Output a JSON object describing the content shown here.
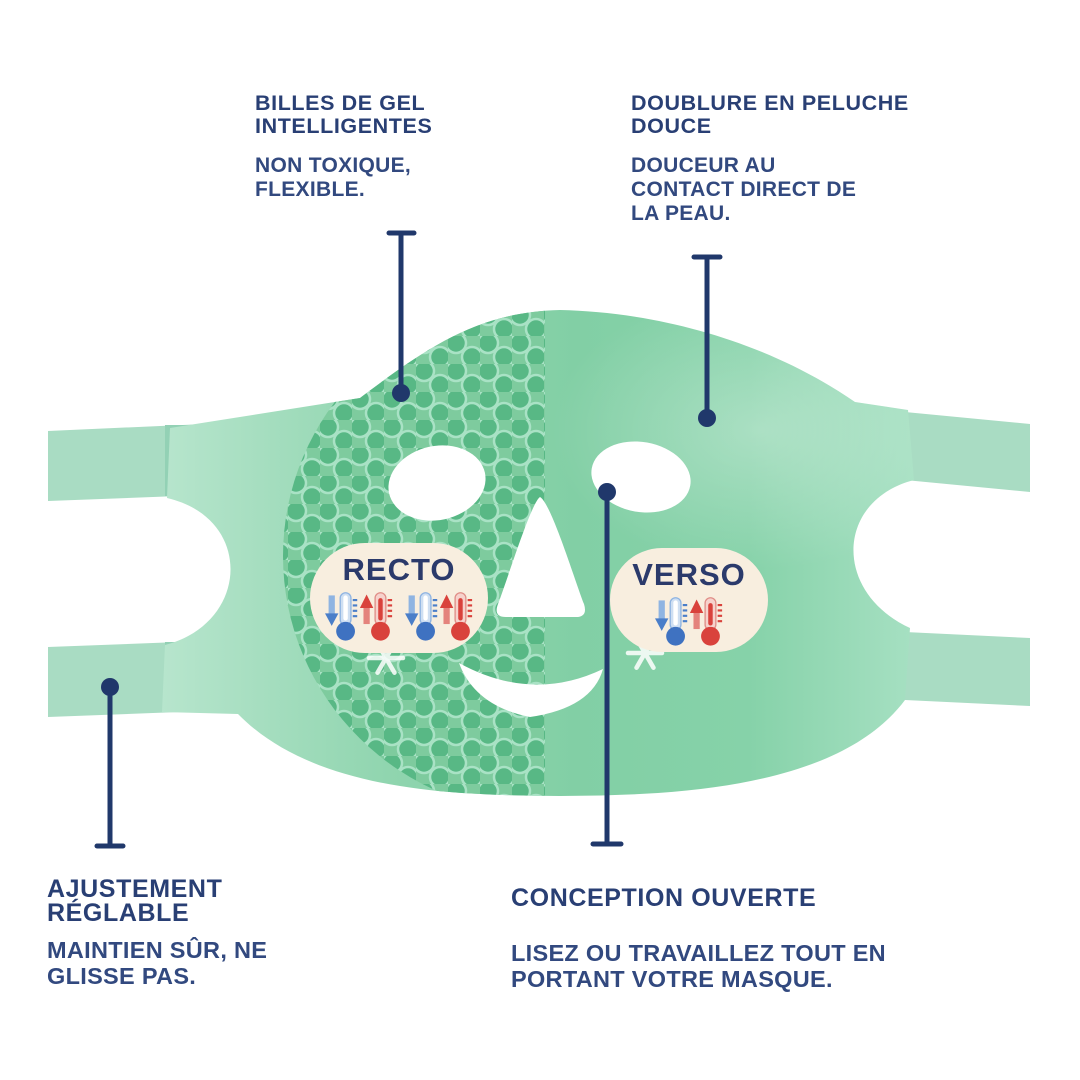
{
  "labels": {
    "top_left": {
      "title": "BILLES DE GEL\nINTELLIGENTES",
      "body": "NON TOXIQUE,\nFLEXIBLE."
    },
    "top_right": {
      "title": "DOUBLURE EN PELUCHE\nDOUCE",
      "body": "DOUCEUR AU\nCONTACT DIRECT DE\nLA PEAU."
    },
    "bottom_left": {
      "title": "AJUSTEMENT\nRÉGLABLE",
      "body": "MAINTIEN SÛR, NE\nGLISSE PAS."
    },
    "bottom_center": {
      "title": "CONCEPTION OUVERTE",
      "body": "LISEZ OU TRAVAILLEZ TOUT EN\nPORTANT VOTRE MASQUE."
    }
  },
  "badges": {
    "recto": {
      "label": "RECTO",
      "thermometer_pairs": 2
    },
    "verso": {
      "label": "VERSO",
      "thermometer_pairs": 1
    }
  },
  "icons": {
    "cold_thermometer": "thermometer-down-arrow-blue",
    "hot_thermometer": "thermometer-up-arrow-red",
    "snowflake": "snowflake-white"
  },
  "colors": {
    "text_navy": "#293f74",
    "pointer_navy": "#20386b",
    "badge_cream": "#f8eedf",
    "mask_green": "#85d1a8",
    "bead_green": "#58b885",
    "strap_green": "#a9dcc3",
    "thermo_blue": "#3f72c1",
    "thermo_red": "#d9423c"
  }
}
